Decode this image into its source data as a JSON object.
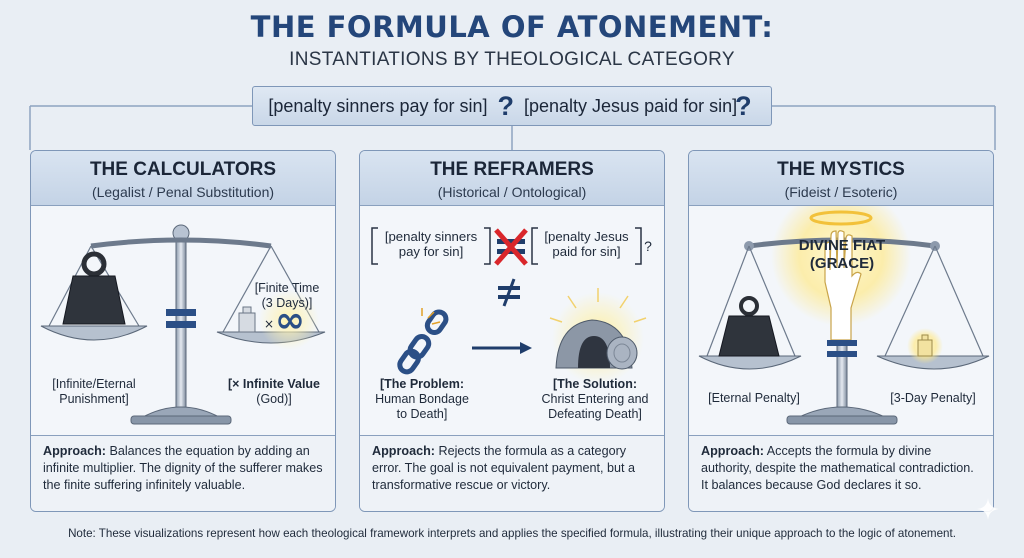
{
  "header": {
    "title": "THE FORMULA OF ATONEMENT:",
    "subtitle": "INSTANTIATIONS BY THEOLOGICAL CATEGORY"
  },
  "banner": {
    "left": "[penalty sinners pay for sin]",
    "mark": "?",
    "right": "[penalty Jesus paid for sin]",
    "end_mark": "?"
  },
  "colors": {
    "title": "#24467a",
    "accent_glow": "#ffe27a",
    "cross": "#d9262b",
    "panel_border": "#7f97b8"
  },
  "panels": [
    {
      "title": "THE CALCULATORS",
      "subtitle": "(Legalist / Penal Substitution)",
      "icons": [
        "balance-scale-icon",
        "heavy-weight-icon",
        "small-weight-icon",
        "equals-icon",
        "infinity-icon"
      ],
      "finite_label_1": "[Finite Time",
      "finite_label_2": "(3 Days)]",
      "times_symbol": "×",
      "left_label_1": "[Infinite/Eternal",
      "left_label_2": "Punishment]",
      "right_label_bold": "[× Infinite Value",
      "right_label_2": "(God)]",
      "approach_label": "Approach:",
      "approach_text": " Balances the equation by adding an infinite multiplier. The dignity of the sufferer makes the finite suffering infinitely valuable."
    },
    {
      "title": "THE REFRAMERS",
      "subtitle": "(Historical / Ontological)",
      "icons": [
        "crossed-out-equals-icon",
        "not-equal-icon",
        "broken-chain-icon",
        "arrow-right-icon",
        "empty-tomb-icon"
      ],
      "formula_left_1": "[penalty sinners",
      "formula_left_2": "pay for sin]",
      "formula_right_1": "[penalty Jesus",
      "formula_right_2": "paid for sin]",
      "formula_q": "?",
      "problem_label": "[The Problem:",
      "problem_text_1": "Human Bondage",
      "problem_text_2": "to Death]",
      "solution_label": "[The Solution:",
      "solution_text_1": "Christ Entering and",
      "solution_text_2": "Defeating Death]",
      "approach_label": "Approach:",
      "approach_text": " Rejects the formula as a category error. The goal is not equivalent payment, but a transformative rescue or victory."
    },
    {
      "title": "THE MYSTICS",
      "subtitle": "(Fideist / Esoteric)",
      "icons": [
        "balance-scale-icon",
        "raised-hand-icon",
        "halo-icon",
        "heavy-weight-icon",
        "small-weight-icon",
        "equals-icon"
      ],
      "fiat_1": "DIVINE FIAT",
      "fiat_2": "(GRACE)",
      "left_label": "[Eternal Penalty]",
      "right_label": "[3-Day Penalty]",
      "approach_label": "Approach:",
      "approach_text": " Accepts the formula by divine authority, despite the mathematical contradiction. It balances because God declares it so."
    }
  ],
  "note": "Note: These visualizations represent how each theological framework interprets and applies the specified formula, illustrating their unique approach to the logic of atonement."
}
